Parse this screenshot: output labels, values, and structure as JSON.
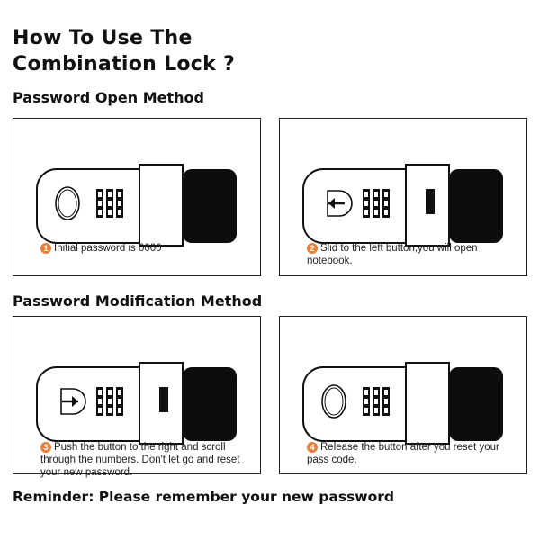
{
  "title_line1": "How To Use The",
  "title_line2": "Combination Lock ?",
  "sections": {
    "open": "Password Open Method",
    "modify": "Password Modification Method"
  },
  "steps": [
    {
      "num": "1",
      "text": "Initial password is 0000",
      "button": "oval",
      "slider": "closed"
    },
    {
      "num": "2",
      "text": "Slid to the left button,you will open notebook.",
      "button": "arrow-left",
      "slider": "open"
    },
    {
      "num": "3",
      "text": "Push the button to the right and scroll through the numbers. Don't let go and reset your new password.",
      "button": "arrow-right",
      "slider": "open"
    },
    {
      "num": "4",
      "text": "Release the button after you reset your pass code.",
      "button": "oval",
      "slider": "closed"
    }
  ],
  "reminder": "Reminder: Please remember your new password",
  "colors": {
    "accent": "#e8803a",
    "ink": "#111111"
  }
}
